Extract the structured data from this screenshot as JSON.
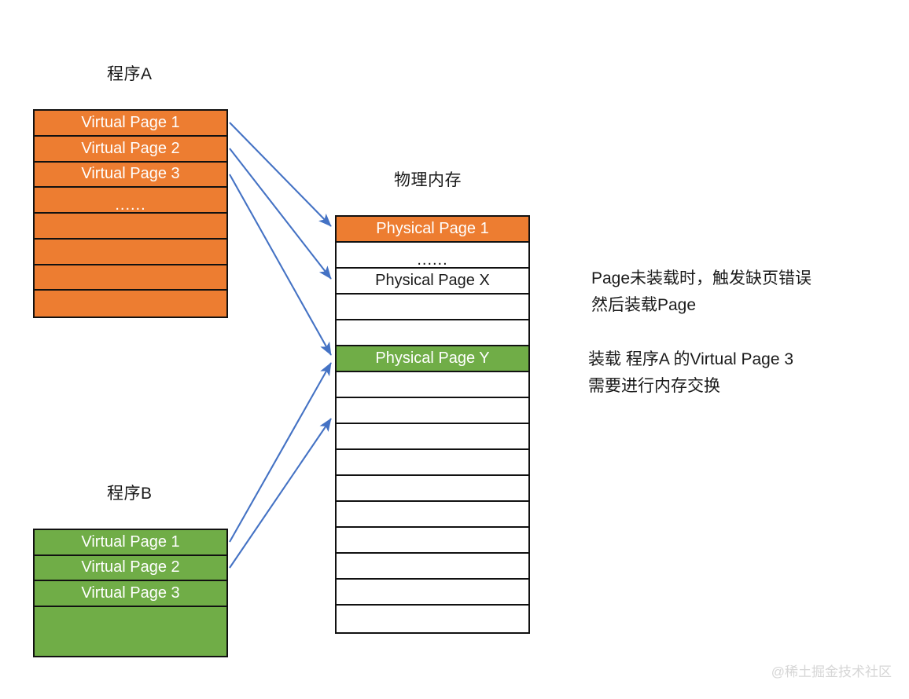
{
  "diagram": {
    "title_program_a": "程序A",
    "title_program_b": "程序B",
    "title_physical_memory": "物理内存",
    "watermark": "@稀土掘金技术社区",
    "colors": {
      "orange": "#ED7D31",
      "green": "#70AD47",
      "arrow": "#4472C4",
      "border": "#111111",
      "text": "#1a1a1a"
    }
  },
  "program_a": {
    "label": "程序A",
    "rows": [
      {
        "text": "Virtual Page 1",
        "style": "filled-orange"
      },
      {
        "text": "Virtual Page 2",
        "style": "filled-orange"
      },
      {
        "text": "Virtual Page 3",
        "style": "filled-orange"
      },
      {
        "text": "......",
        "style": "filled-orange"
      },
      {
        "text": "",
        "style": "filled-orange"
      },
      {
        "text": "",
        "style": "filled-orange"
      },
      {
        "text": "",
        "style": "filled-orange"
      },
      {
        "text": "",
        "style": "filled-orange"
      }
    ]
  },
  "program_b": {
    "label": "程序B",
    "rows": [
      {
        "text": "Virtual Page 1",
        "style": "filled-green"
      },
      {
        "text": "Virtual Page 2",
        "style": "filled-green"
      },
      {
        "text": "Virtual Page 3",
        "style": "filled-green"
      },
      {
        "text": "",
        "style": "filled-green"
      }
    ]
  },
  "physical_memory": {
    "label": "物理内存",
    "rows": [
      {
        "text": "Physical Page 1",
        "style": "filled-orange"
      },
      {
        "text": "......",
        "style": "blank-white"
      },
      {
        "text": "Physical Page X",
        "style": "blank-white"
      },
      {
        "text": "",
        "style": "plain-white"
      },
      {
        "text": "",
        "style": "plain-white"
      },
      {
        "text": "Physical Page Y",
        "style": "filled-green"
      },
      {
        "text": "",
        "style": "plain-white"
      },
      {
        "text": "",
        "style": "plain-white"
      },
      {
        "text": "",
        "style": "plain-white"
      },
      {
        "text": "",
        "style": "plain-white"
      },
      {
        "text": "",
        "style": "plain-white"
      },
      {
        "text": "",
        "style": "plain-white"
      },
      {
        "text": "",
        "style": "plain-white"
      },
      {
        "text": "",
        "style": "plain-white"
      },
      {
        "text": "",
        "style": "plain-white"
      },
      {
        "text": "",
        "style": "plain-white"
      }
    ]
  },
  "notes": [
    {
      "lines": [
        "Page未装载时，触发缺页错误",
        "然后装载Page"
      ]
    },
    {
      "lines": [
        "装载 程序A 的Virtual Page 3",
        "需要进行内存交换"
      ]
    }
  ],
  "mappings": [
    {
      "from": "Program A Virtual Page 1",
      "to": "Physical Page 1"
    },
    {
      "from": "Program A Virtual Page 2",
      "to": "Physical Page X"
    },
    {
      "from": "Program A Virtual Page 3",
      "to": "Physical Page Y"
    },
    {
      "from": "Program B Virtual Page 1",
      "to": "Physical Page Y"
    },
    {
      "from": "Program B Virtual Page 2",
      "to": "Physical memory free row"
    }
  ]
}
